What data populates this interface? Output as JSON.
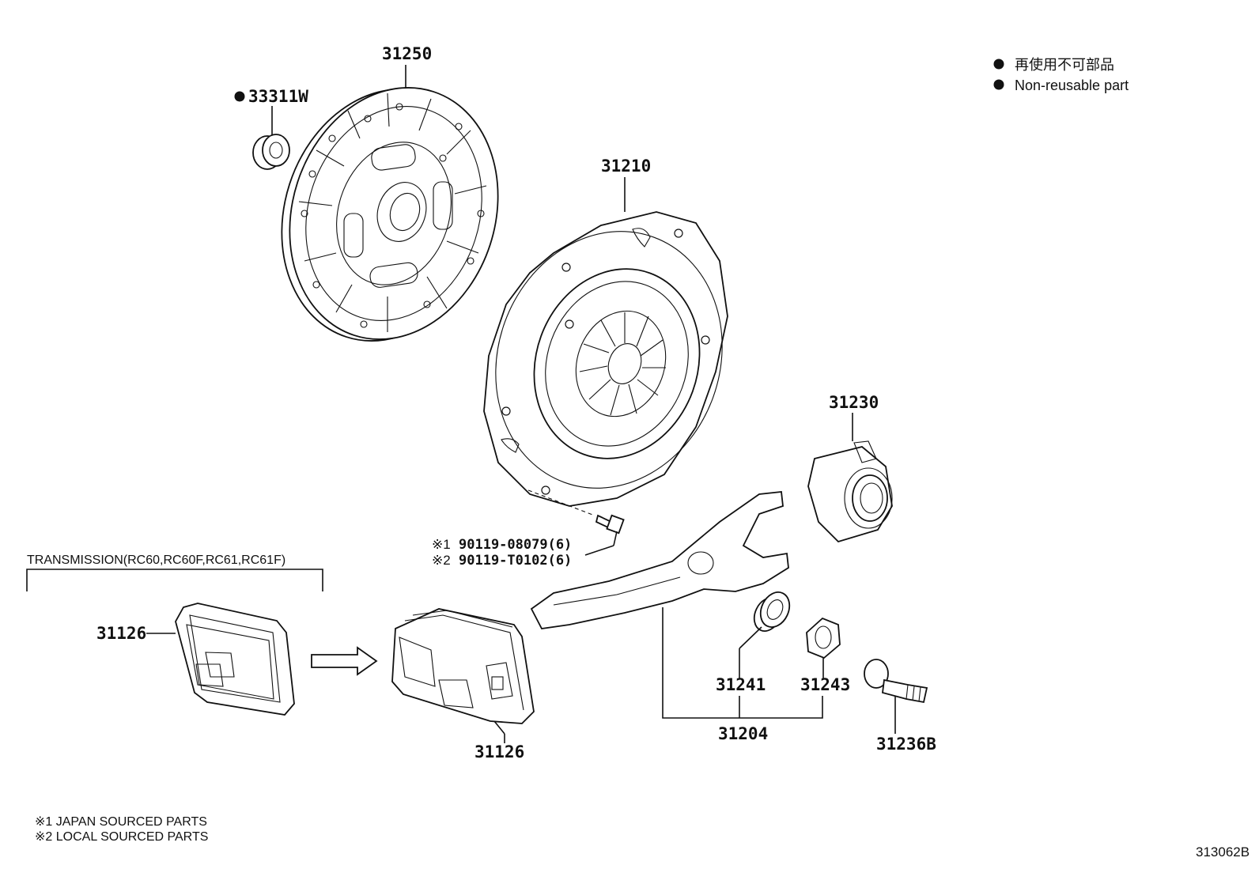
{
  "legend": {
    "jp_text": "再使用不可部品",
    "en_text": "Non-reusable part"
  },
  "parts": {
    "p33311w": "33311W",
    "p31250": "31250",
    "p31210": "31210",
    "p31230": "31230",
    "p31126_left": "31126",
    "p31126_right": "31126",
    "p31241": "31241",
    "p31243": "31243",
    "p31204": "31204",
    "p31236b": "31236B"
  },
  "bolts": {
    "mark1": "※1",
    "bolt1": "90119-08079(6)",
    "mark2": "※2",
    "bolt2": "90119-T0102(6)"
  },
  "transmission_label": "TRANSMISSION(RC60,RC60F,RC61,RC61F)",
  "footnotes": {
    "note1": "※1 JAPAN SOURCED PARTS",
    "note2": "※2 LOCAL SOURCED PARTS"
  },
  "diagram_id": "313062B"
}
